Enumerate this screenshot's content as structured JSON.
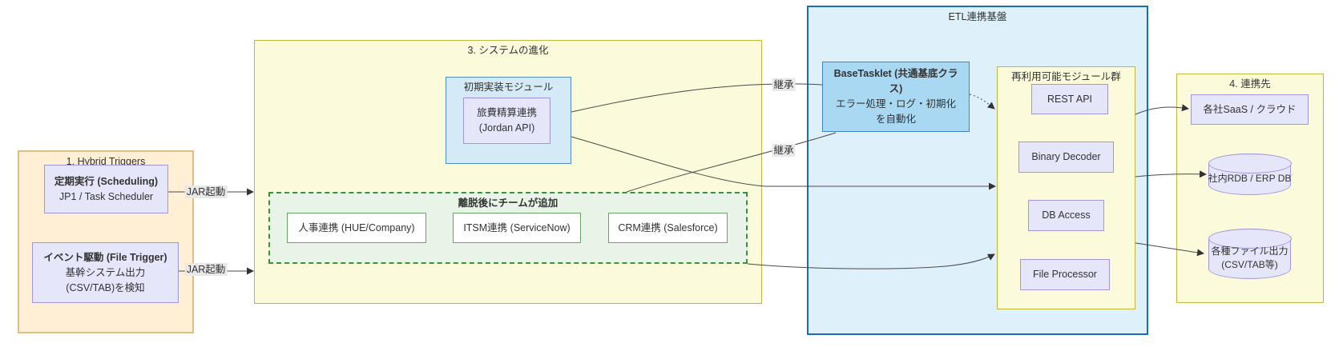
{
  "colors": {
    "canvas_bg": "#ffffff",
    "trigger_group_fill": "#ffefd5",
    "trigger_group_border": "#dfbd85",
    "purple_node_fill": "#e6e6fa",
    "purple_node_border": "#a195db",
    "yellow_group_fill": "#fbfbdc",
    "yellow_group_border": "#c2b63f",
    "green_group_fill": "#e8f4e8",
    "green_group_border": "#3a913a",
    "green_node_border": "#67a567",
    "etl_group_fill": "#def0fa",
    "etl_group_border": "#1a6cb5",
    "initial_group_fill": "#d4eaf7",
    "initial_group_border": "#4e8cc2",
    "base_node_fill": "#a9d8f2",
    "base_node_border": "#4186c0",
    "edge_color": "#4a4a4a",
    "edge_label_bg": "#e8e8e8",
    "text_color": "#333333"
  },
  "groups": {
    "triggers": "1. Hybrid Triggers",
    "evolution": "3. システムの進化",
    "initial": "初期実装モジュール",
    "added": "離脱後にチームが追加",
    "etl": "ETL連携基盤",
    "modules": "再利用可能モジュール群",
    "targets": "4. 連携先"
  },
  "nodes": {
    "scheduling": {
      "line1": "定期実行 (Scheduling)",
      "line2": "JP1 / Task Scheduler"
    },
    "file_trigger": {
      "line1": "イベント駆動 (File Trigger)",
      "line2": "基幹システム出力",
      "line3": "(CSV/TAB)を検知"
    },
    "travel": {
      "line1": "旅費精算連携",
      "line2": "(Jordan API)"
    },
    "hr": "人事連携 (HUE/Company)",
    "itsm": "ITSM連携 (ServiceNow)",
    "crm": "CRM連携 (Salesforce)",
    "base": {
      "line1": "BaseTasklet (共通基底クラス)",
      "line2": "エラー処理・ログ・初期化",
      "line3": "を自動化"
    },
    "rest": "REST API",
    "binary_decoder": "Binary Decoder",
    "db_access": "DB Access",
    "file_processor": "File Processor",
    "saas": "各社SaaS / クラウド",
    "rdb": "社内RDB / ERP DB",
    "file_output": {
      "line1": "各種ファイル出力",
      "line2": "(CSV/TAB等)"
    }
  },
  "edge_labels": {
    "jar1": "JAR起動",
    "jar2": "JAR起動",
    "inherit1": "継承",
    "inherit2": "継承"
  }
}
